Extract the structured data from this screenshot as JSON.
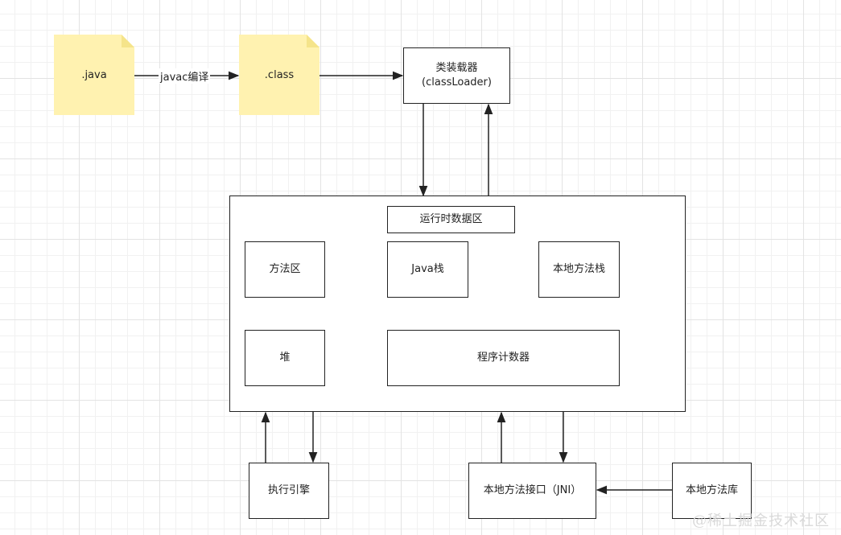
{
  "nodes": {
    "java_file": ".java",
    "class_file": ".class",
    "class_loader_line1": "类装载器",
    "class_loader_line2": "(classLoader)",
    "runtime_data_area": "运行时数据区",
    "method_area": "方法区",
    "java_stack": "Java栈",
    "native_method_stack": "本地方法栈",
    "heap": "堆",
    "program_counter": "程序计数器",
    "execution_engine": "执行引擎",
    "jni": "本地方法接口（JNI）",
    "native_library": "本地方法库"
  },
  "edges": {
    "compile_label": "javac编译"
  },
  "watermark": "@稀土掘金技术社区",
  "colors": {
    "note_fill": "#fff2b0",
    "note_fold": "#f5e48a",
    "stroke": "#222222"
  }
}
